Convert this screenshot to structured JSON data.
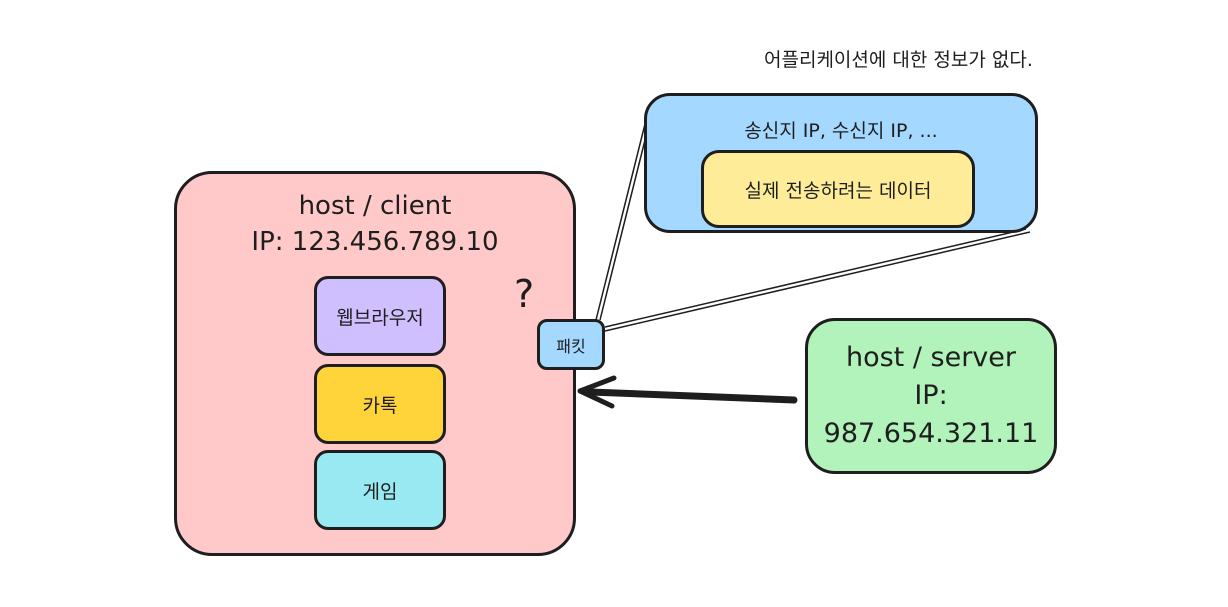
{
  "top_note": "어플리케이션에 대한 정보가 없다.",
  "client": {
    "title": "host / client",
    "ip": "IP: 123.456.789.10",
    "bg": "#ffc9c9"
  },
  "apps": [
    {
      "label": "웹브라우저",
      "bg": "#d0bfff"
    },
    {
      "label": "카톡",
      "bg": "#ffd43b"
    },
    {
      "label": "게임",
      "bg": "#99e9f2"
    }
  ],
  "question_mark": "?",
  "packet": {
    "label": "패킷",
    "bg": "#a5d8ff"
  },
  "packet_detail": {
    "header": "송신지 IP, 수신지 IP, ...",
    "payload": "실제 전송하려는 데이터",
    "bg": "#a5d8ff",
    "payload_bg": "#ffec99"
  },
  "server": {
    "title": "host / server",
    "ip": "IP: 987.654.321.11",
    "bg": "#b2f2bb"
  }
}
